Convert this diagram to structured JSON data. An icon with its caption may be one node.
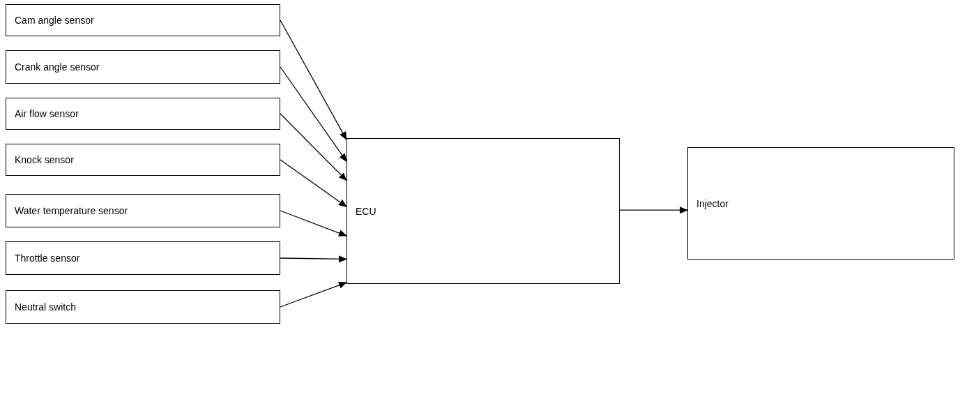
{
  "diagram": {
    "nodes": [
      {
        "text": [
          "Cam angle sensor"
        ]
      },
      {
        "text": [
          "Crank angle sensor"
        ]
      },
      {
        "text": [
          "Air flow sensor"
        ]
      },
      {
        "text": [
          "Knock sensor"
        ]
      },
      {
        "text": [
          "Water temperature sensor"
        ]
      },
      {
        "text": [
          "Throttle sensor"
        ]
      },
      {
        "text": [
          "Neutral switch"
        ]
      },
      {
        "text": [
          "ECU"
        ]
      },
      {
        "text": [
          "Injector"
        ]
      }
    ],
    "edges": [
      {
        "from": 0,
        "to": 7,
        "arrow": "to"
      },
      {
        "from": 1,
        "to": 7,
        "arrow": "to"
      },
      {
        "from": 2,
        "to": 7,
        "arrow": "to"
      },
      {
        "from": 3,
        "to": 7,
        "arrow": "to"
      },
      {
        "from": 4,
        "to": 7,
        "arrow": "to"
      },
      {
        "from": 5,
        "to": 7,
        "arrow": "to"
      },
      {
        "from": 6,
        "to": 7,
        "arrow": "to"
      },
      {
        "from": 7,
        "to": 8,
        "arrow": "to"
      }
    ]
  }
}
